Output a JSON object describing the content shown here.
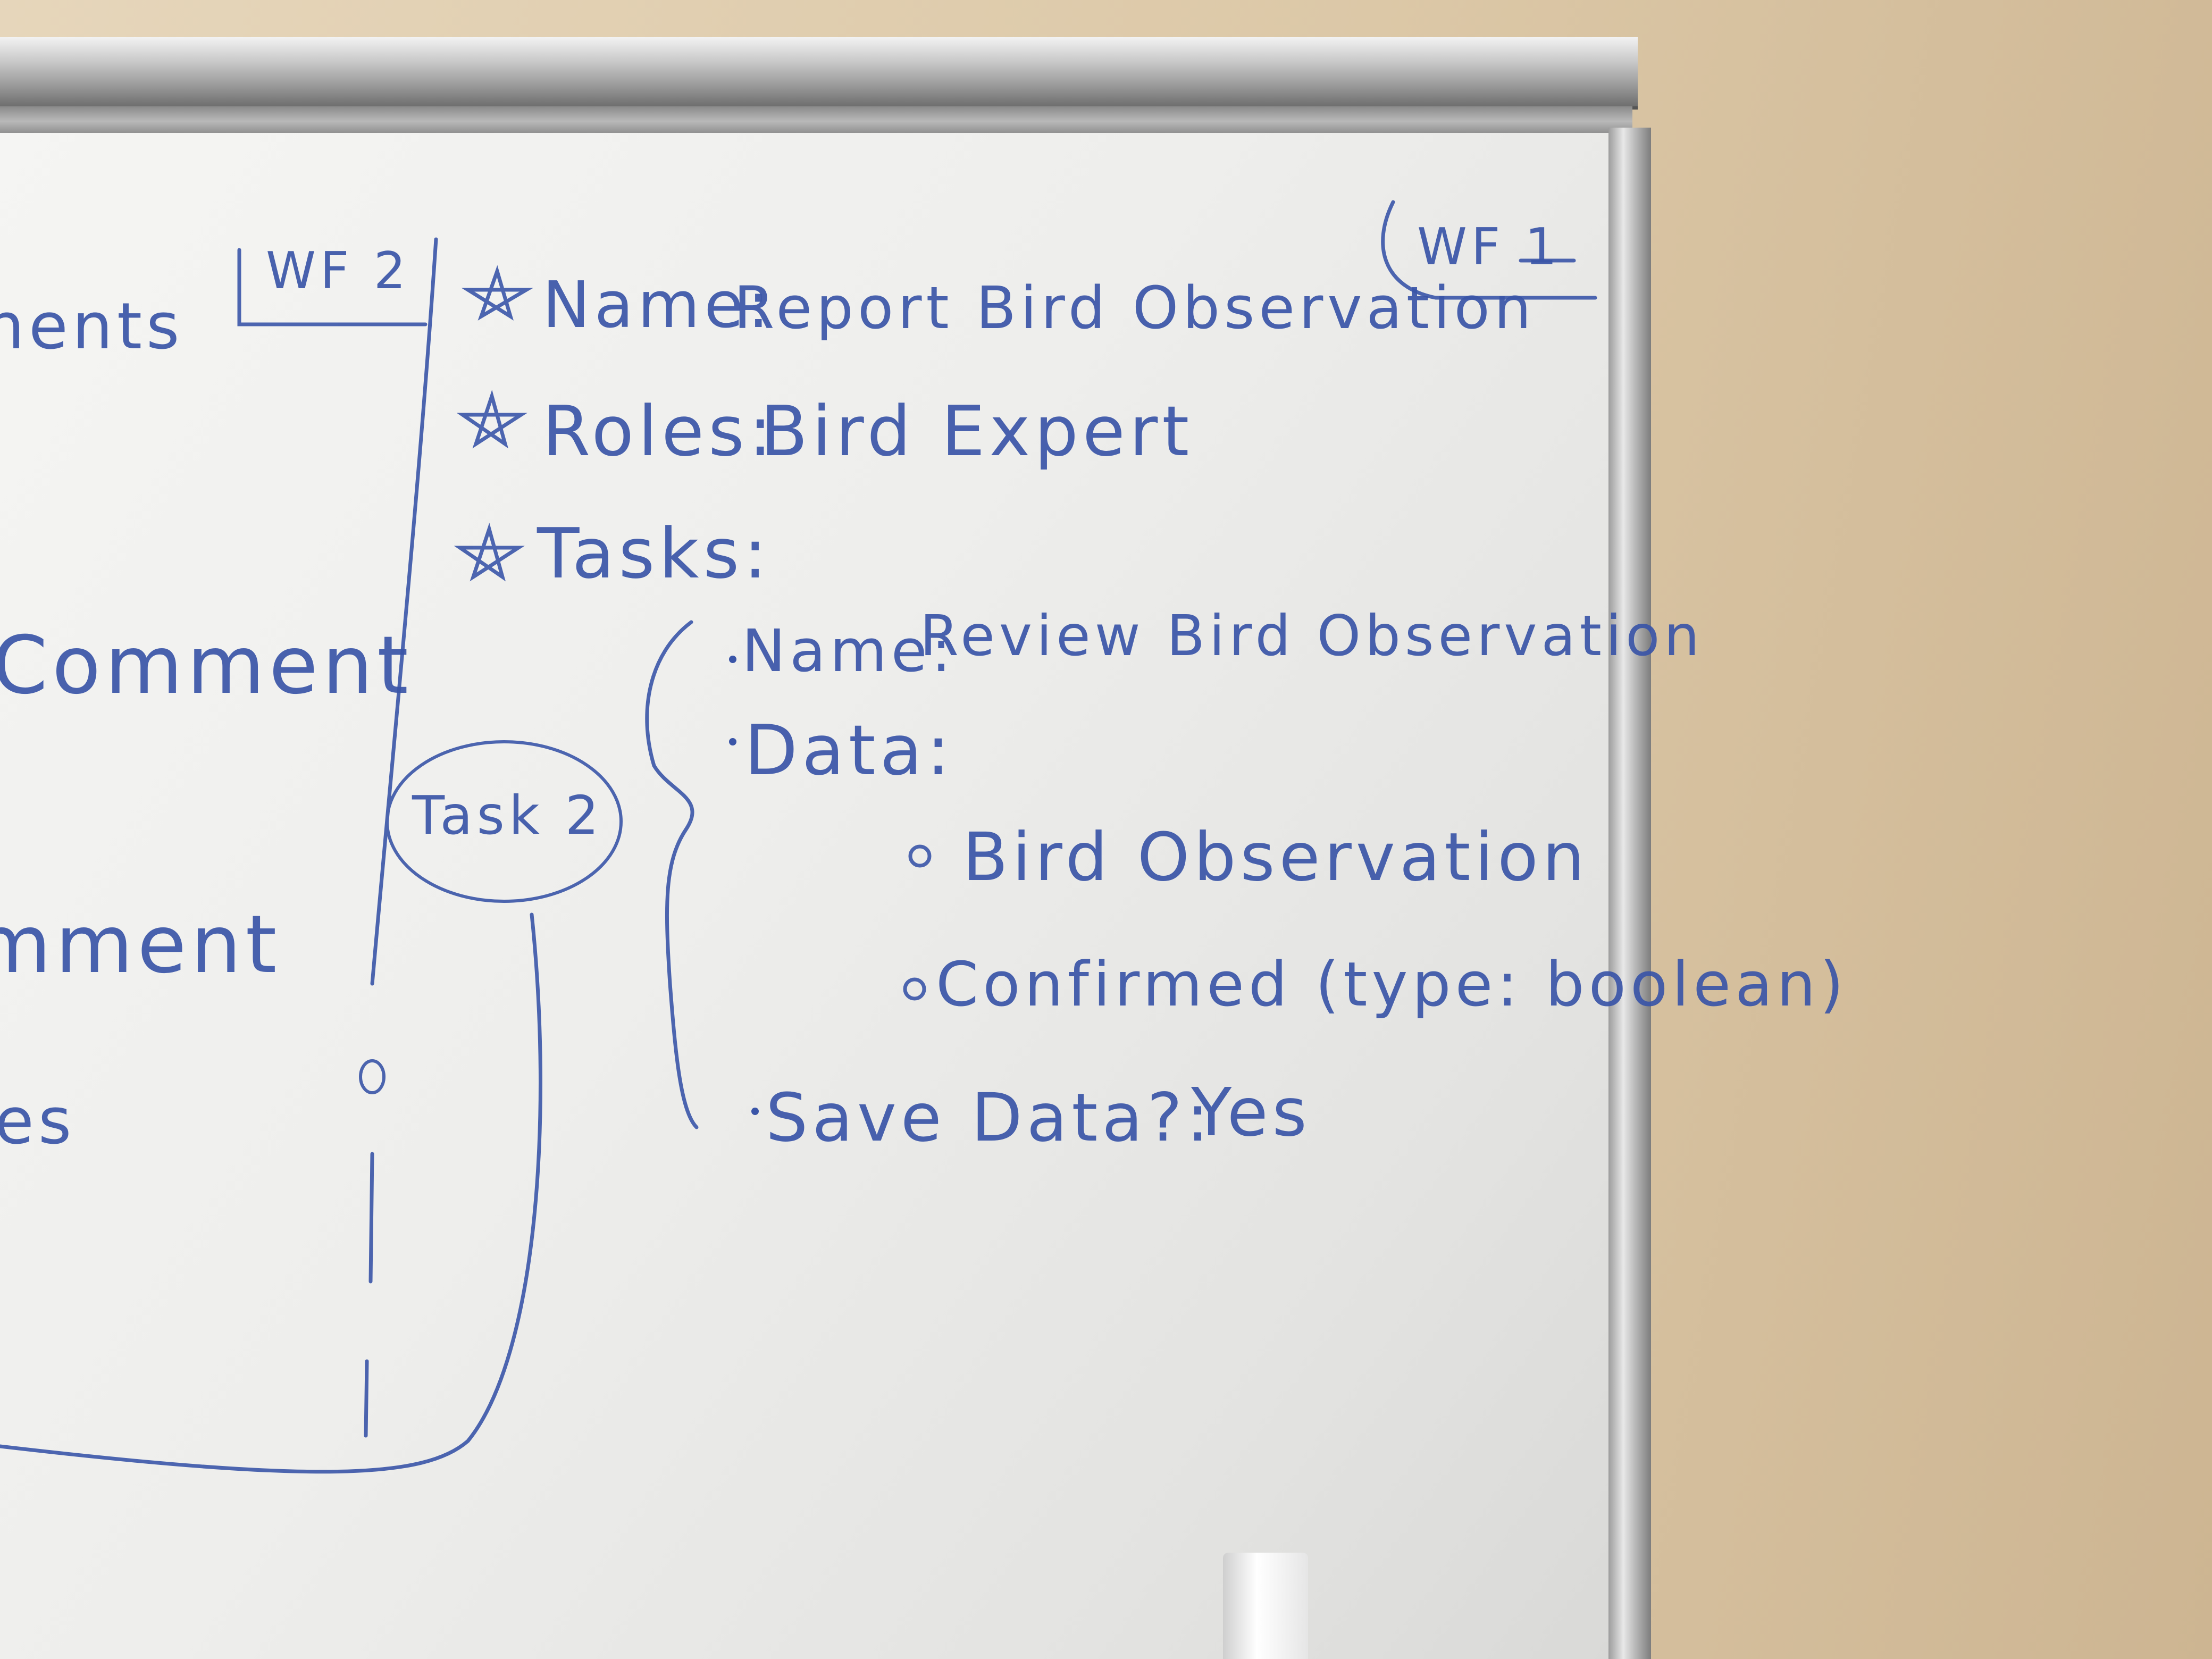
{
  "left_partial": {
    "wf2_label": "WF 2",
    "fragment_1": "nents",
    "fragment_2": "Comment",
    "fragment_3": "mment",
    "fragment_4": "es"
  },
  "wf1_label": "WF 1",
  "workflow": {
    "name_label": "Name:",
    "name_value": "Report Bird Observation",
    "roles_label": "Roles:",
    "roles_value": "Bird Expert",
    "tasks_label": "Tasks:"
  },
  "task": {
    "callout": "Task 2",
    "name_label": "Name:",
    "name_value": "Review Bird Observation",
    "data_label": "Data:",
    "data_items": [
      "Bird Observation",
      "Confirmed (type: boolean)"
    ],
    "save_label": "Save Data?:",
    "save_value": "Yes"
  },
  "colors": {
    "ink": "#3a55a8",
    "board": "#f0f0ee",
    "wall": "#dcc8a7"
  }
}
